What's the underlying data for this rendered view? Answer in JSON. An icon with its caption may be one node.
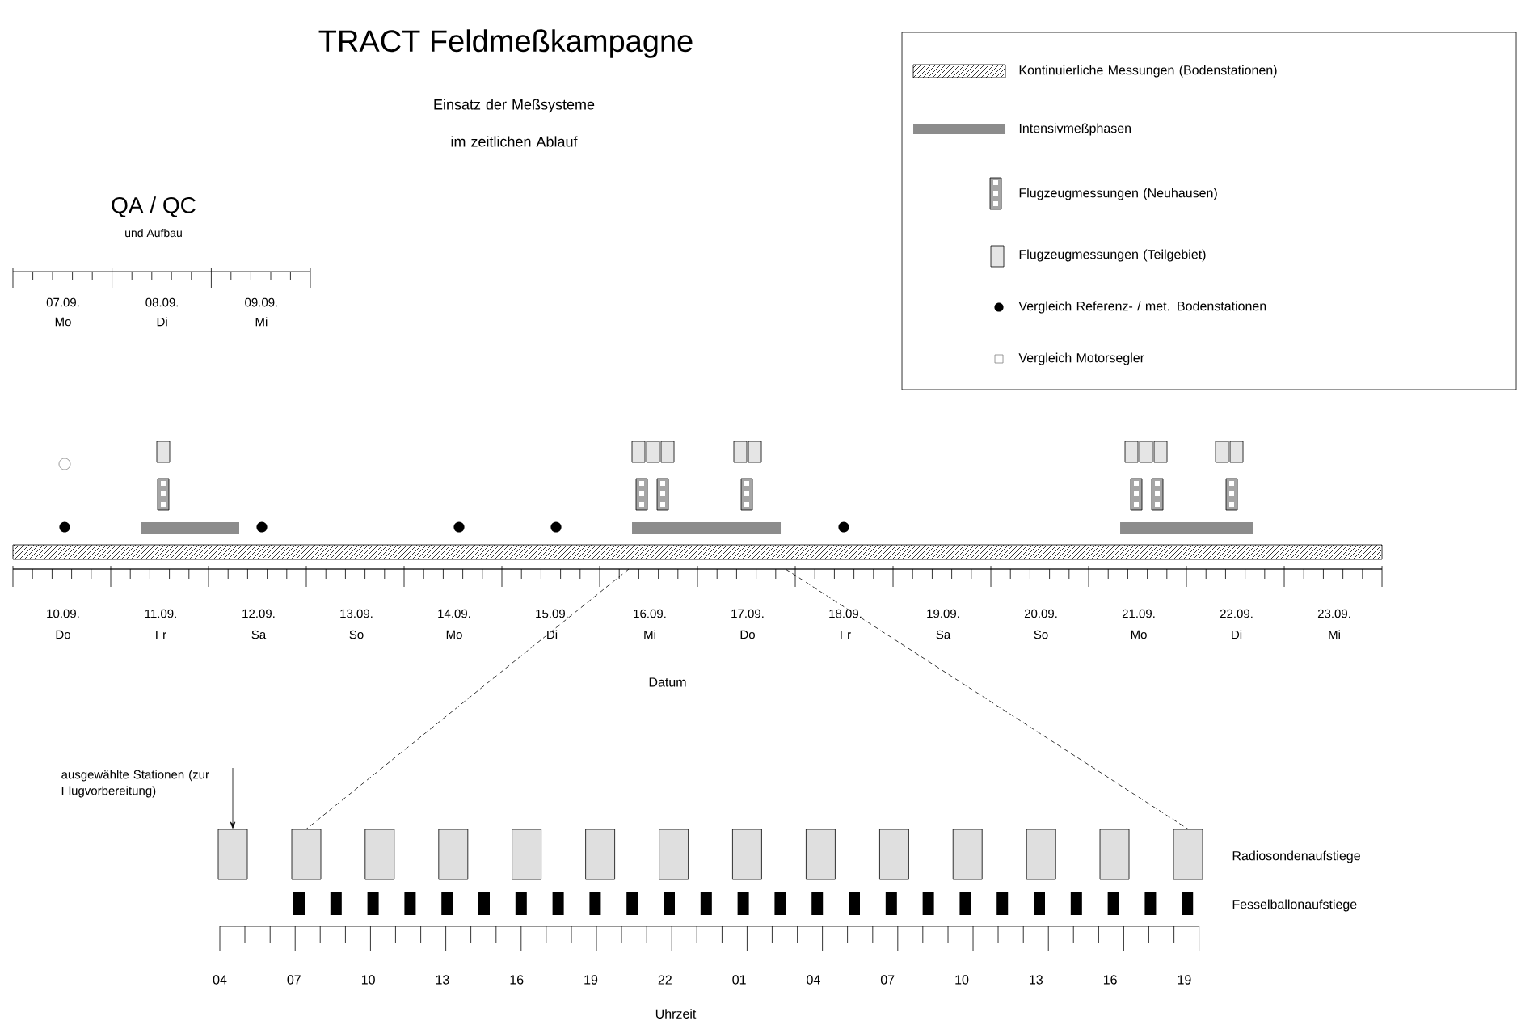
{
  "diagram": {
    "title": "TRACT Feldmeßkampagne",
    "nodes": [
      {
        "text": [],
        "shape": "bar"
      },
      {
        "text": [
          "ausgewählte Stationen (zur Flugvorbereitung)"
        ]
      },
      {
        "text": [],
        "shape": "box"
      },
      {
        "text": [],
        "shape": "box"
      },
      {
        "text": [],
        "shape": "box"
      },
      {
        "text": [],
        "shape": "box"
      },
      {
        "text": [],
        "shape": "box"
      },
      {
        "text": [],
        "shape": "box"
      },
      {
        "text": [],
        "shape": "box"
      },
      {
        "text": [],
        "shape": "box"
      },
      {
        "text": [],
        "shape": "box"
      },
      {
        "text": [],
        "shape": "box"
      },
      {
        "text": [],
        "shape": "box"
      },
      {
        "text": [],
        "shape": "box"
      },
      {
        "text": [],
        "shape": "box"
      },
      {
        "text": [],
        "shape": "box"
      }
    ],
    "edges": [
      {
        "from": 1,
        "to": 2,
        "arrow": "to"
      },
      {
        "from": 0,
        "to": 3,
        "arrow": "none",
        "style": "dashed"
      },
      {
        "from": 0,
        "to": 15,
        "arrow": "none",
        "style": "dashed"
      }
    ],
    "labels": [
      "Einsatz der Meßsysteme im zeitlichen Ablauf",
      "QA / QC",
      "und Aufbau",
      "07.09. Mo",
      "08.09. Di",
      "09.09. Mi",
      "10.09. Do",
      "11.09. Fr",
      "12.09. Sa",
      "13.09. So",
      "14.09. Mo",
      "15.09. Di",
      "16.09. Mi",
      "17.09. Do",
      "18.09. Fr",
      "19.09. Sa",
      "20.09. So",
      "21.09. Mo",
      "22.09. Di",
      "23.09. Mi",
      "Datum",
      "Radiosondenaufstiege",
      "Fesselballonaufstiege",
      "04",
      "07",
      "10",
      "13",
      "16",
      "19",
      "22",
      "01",
      "04",
      "07",
      "10",
      "13",
      "16",
      "19",
      "Uhrzeit"
    ],
    "legend": [
      {
        "text": "Kontinuierliche Messungen (Bodenstationen)"
      },
      {
        "text": "Intensivmeßphasen",
        "color": "#8c8c8c"
      },
      {
        "text": "Flugzeugmessungen (Neuhausen)"
      },
      {
        "text": "Flugzeugmessungen (Teilgebiet)"
      },
      {
        "text": "Vergleich Referenz- / met. Bodenstationen"
      },
      {
        "text": "Vergleich Motorsegler"
      }
    ]
  }
}
